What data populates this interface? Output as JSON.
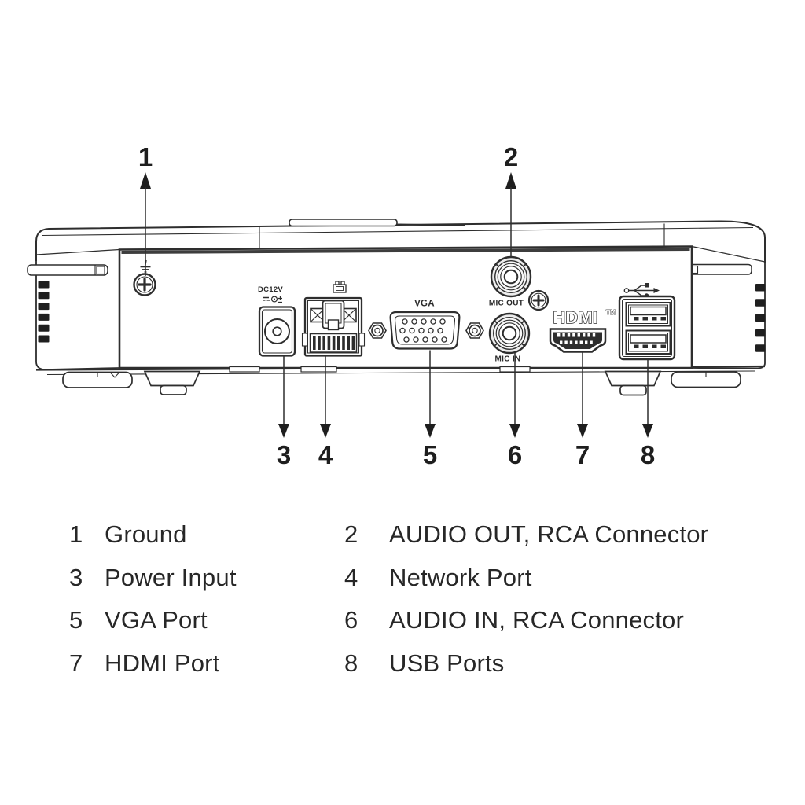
{
  "diagram": {
    "type": "device-rear-panel",
    "port_labels": {
      "power": "DC12V",
      "vga": "VGA",
      "mic_out": "MIC OUT",
      "mic_in": "MIC IN",
      "hdmi": "HDMI",
      "hdmi_tm": "TM"
    },
    "callouts": [
      "1",
      "2",
      "3",
      "4",
      "5",
      "6",
      "7",
      "8"
    ],
    "colors": {
      "line": "#2e2e2e",
      "dark_fill": "#2e2e2e",
      "vent_fill": "#1f1f1f",
      "background": "#ffffff"
    }
  },
  "legend": {
    "items": [
      {
        "num": "1",
        "label": "Ground"
      },
      {
        "num": "2",
        "label": "AUDIO OUT, RCA Connector"
      },
      {
        "num": "3",
        "label": "Power Input"
      },
      {
        "num": "4",
        "label": "Network Port"
      },
      {
        "num": "5",
        "label": "VGA Port"
      },
      {
        "num": "6",
        "label": "AUDIO IN, RCA Connector"
      },
      {
        "num": "7",
        "label": "HDMI Port"
      },
      {
        "num": "8",
        "label": "USB Ports"
      }
    ]
  }
}
